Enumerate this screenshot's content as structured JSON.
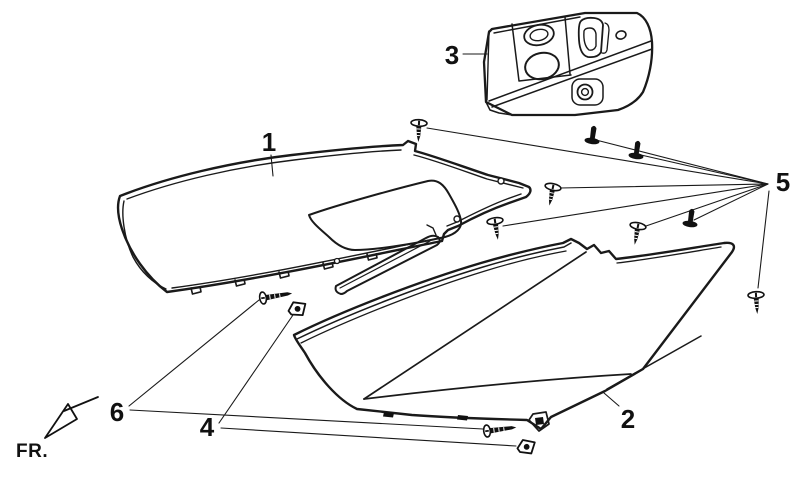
{
  "colors": {
    "line": "#1a1a1a",
    "background": "#ffffff"
  },
  "diagram": {
    "callouts": {
      "c1": "1",
      "c2": "2",
      "c3": "3",
      "c4": "4",
      "c5": "5",
      "c6": "6"
    },
    "front_label": "FR."
  }
}
